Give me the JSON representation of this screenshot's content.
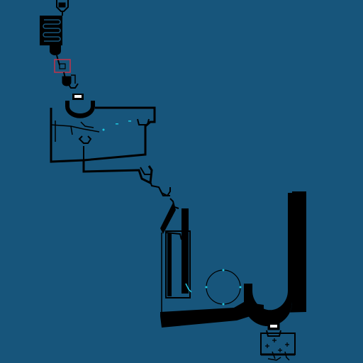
{
  "colors": {
    "background": "#17557b",
    "structure": "#000000",
    "highlight_box": "#c2334a",
    "water_drop": "#1ec8e0",
    "platform_surface": "#ffffff"
  },
  "game": {
    "elements": [
      "funnel-valve",
      "coiled-tube",
      "cursor-selection-box",
      "valve-nozzle",
      "receiver-cup",
      "water-tank",
      "drain-nozzle",
      "tilted-chute",
      "vertical-column",
      "loop-ring",
      "u-bend-tube",
      "collector-cup",
      "goal-basket"
    ],
    "water_drops_visible": 3
  }
}
